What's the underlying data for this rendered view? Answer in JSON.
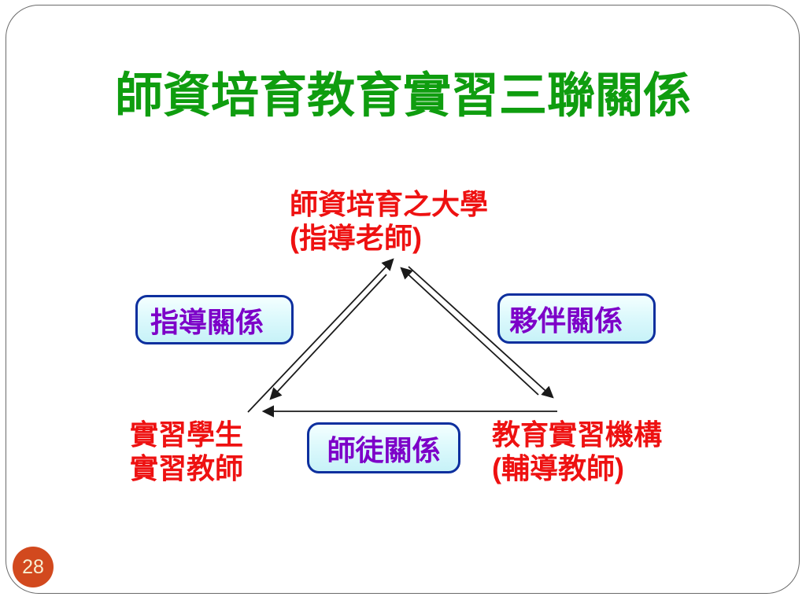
{
  "slide": {
    "title": "師資培育教育實習三聯關係",
    "page_number": "28"
  },
  "diagram": {
    "type": "triangle-relationship",
    "nodes": [
      {
        "id": "university",
        "position": "top",
        "lines": [
          "師資培育之大學",
          "(指導老師)"
        ]
      },
      {
        "id": "intern-students",
        "position": "bottom-left",
        "lines": [
          "實習學生",
          "實習教師"
        ]
      },
      {
        "id": "practicum-institution",
        "position": "bottom-right",
        "lines": [
          "教育實習機構",
          "(輔導教師)"
        ]
      }
    ],
    "relations": [
      {
        "id": "guidance",
        "label": "指導關係",
        "between": [
          "university",
          "intern-students"
        ],
        "arrow_style": "pair of one-way arrows, opposite directions"
      },
      {
        "id": "partnership",
        "label": "夥伴關係",
        "between": [
          "university",
          "practicum-institution"
        ],
        "arrow_style": "pair of one-way arrows, opposite directions"
      },
      {
        "id": "mentorship",
        "label": "師徒關係",
        "between": [
          "practicum-institution",
          "intern-students"
        ],
        "arrow_style": "single arrow pointing left"
      }
    ]
  },
  "colors": {
    "title_green": "#0f9d0f",
    "node_text_red": "#ee1111",
    "relation_text_purple": "#7d00c8",
    "relation_box_fill": "#d9f7fb",
    "relation_box_border": "#0d2f9e",
    "arrow_black": "#1a1a1a",
    "frame_gray": "#6a6a6a",
    "page_badge_fill": "#d2491e",
    "page_badge_text": "#f7efd2"
  }
}
